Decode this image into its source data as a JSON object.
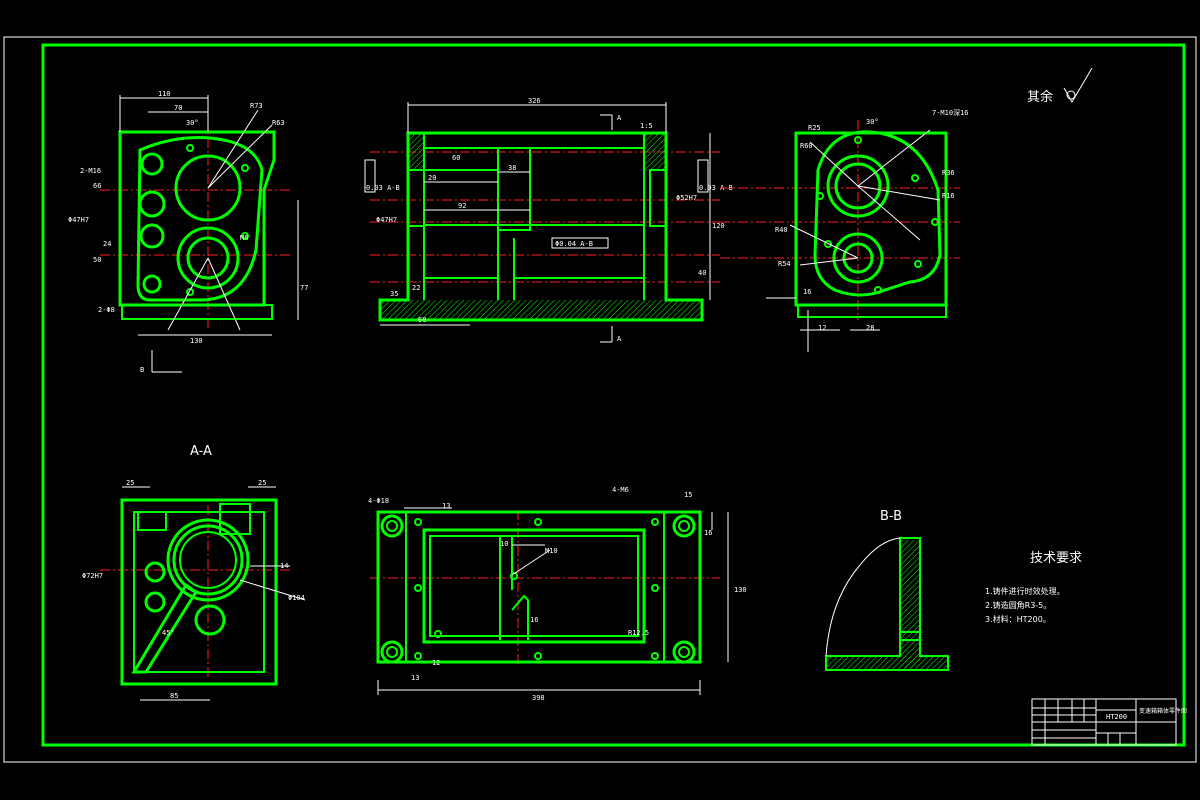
{
  "labels": {
    "view_aa": "A-A",
    "view_bb": "B-B",
    "section_mark_a": "A",
    "section_mark_b": "B",
    "roughness_other": "其余",
    "tech_title": "技术要求",
    "tech_items": [
      "1.铸件进行时效处理。",
      "2.铸造圆角R3-5。",
      "3.材料：HT200。"
    ]
  },
  "dimensions": {
    "front": {
      "w110": "110",
      "w70": "70",
      "w130": "130",
      "h77": "77",
      "h50": "50",
      "h24": "24",
      "h66": "66",
      "a30": "30°",
      "phi47": "Φ47H7",
      "r73": "R73",
      "r63": "R63",
      "r16": "2-M16",
      "r8": "2-Φ8",
      "m6": "M6"
    },
    "side": {
      "w326": "326",
      "w20": "20",
      "w92": "92",
      "w38": "38",
      "w35": "35",
      "w60": "60",
      "w22": "22",
      "w40": "40",
      "h120": "120",
      "h60": "60",
      "d47": "Φ47H7",
      "d52": "Φ52H7",
      "tol1": "0.03 A-B",
      "tol2": "0.03 A-B",
      "tol3": "Φ0.04 A-B",
      "angle": "1:5"
    },
    "right": {
      "r60": "R60",
      "r25": "R25",
      "r40": "R40",
      "r54": "R54",
      "r36": "R36",
      "r16": "R16",
      "a30": "30°",
      "hole": "7-M10深16",
      "d16": "16",
      "d12": "12",
      "d28": "28"
    },
    "aa": {
      "w25a": "25",
      "w25b": "25",
      "w14": "14",
      "w85": "85",
      "phi104": "Φ104",
      "phi72": "Φ72H7",
      "a45": "45°"
    },
    "top": {
      "w398": "398",
      "w130": "130",
      "w13a": "13",
      "w13b": "13",
      "w16": "16",
      "w15": "15",
      "w12": "12",
      "w10": "10",
      "m10": "M10",
      "d18": "4-Φ18",
      "c4": "4-M6",
      "r12": "R12.5"
    }
  },
  "title_block": {
    "material": "HT200",
    "name": "变速箱箱体零件图"
  }
}
